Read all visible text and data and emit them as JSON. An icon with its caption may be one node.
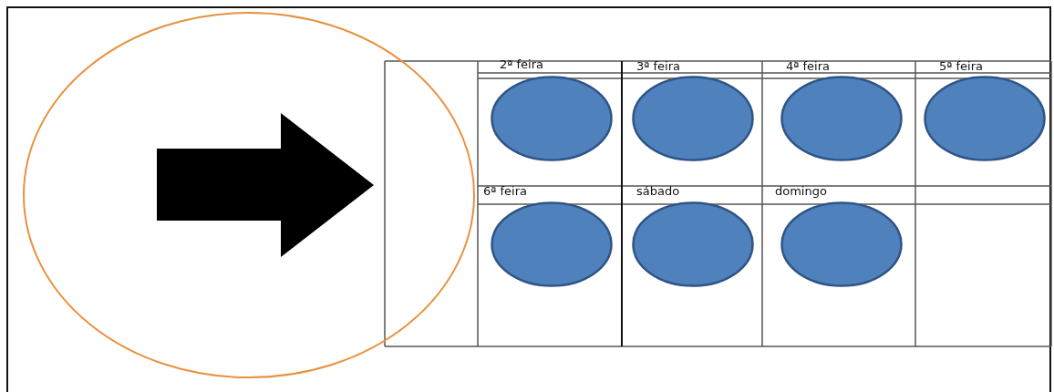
{
  "diagram": {
    "nodes": [
      {
        "text": [],
        "shape": "circle"
      },
      {
        "text": [],
        "shape": "circle",
        "beside": [
          "2ª feira"
        ]
      },
      {
        "text": [],
        "shape": "circle",
        "beside": [
          "3ª feira"
        ]
      },
      {
        "text": [],
        "shape": "circle",
        "beside": [
          "4ª feira"
        ]
      },
      {
        "text": [],
        "shape": "circle",
        "beside": [
          "5ª feira"
        ]
      },
      {
        "text": [],
        "shape": "circle",
        "beside": [
          "6ª feira"
        ]
      },
      {
        "text": [],
        "shape": "circle",
        "beside": [
          "sábado"
        ]
      },
      {
        "text": [],
        "shape": "circle",
        "beside": [
          "domingo"
        ]
      }
    ]
  }
}
